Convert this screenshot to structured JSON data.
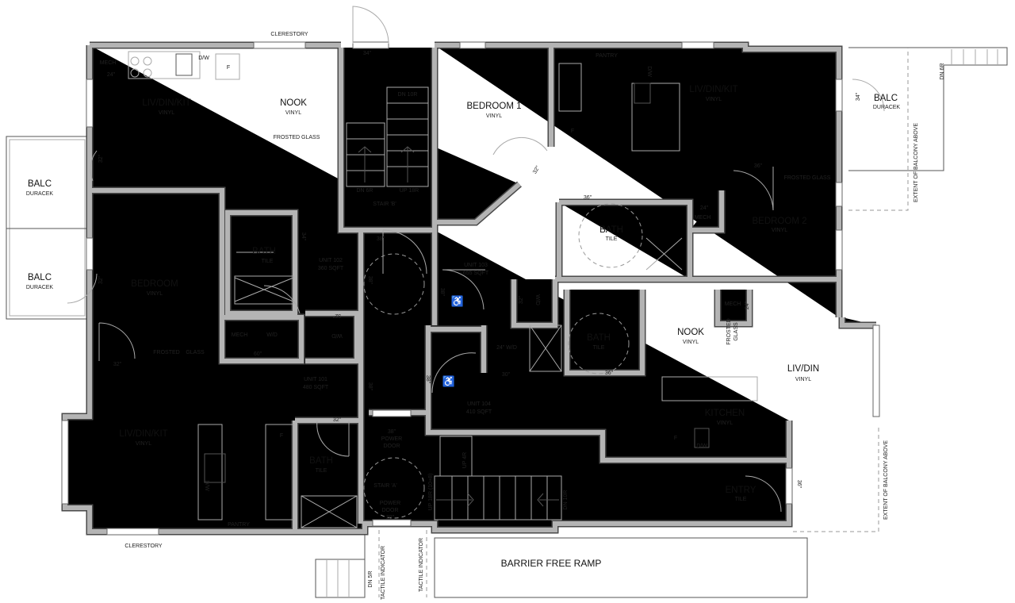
{
  "colors": {
    "wall_fill": "#b4b4b4",
    "wall_outline": "#4a4a4a",
    "background": "#ffffff"
  },
  "icons": [
    "wheelchair-accessible-icon",
    "door-swing-icon",
    "stair-arrow-icon"
  ],
  "exterior": {
    "clerestory_top": "CLERESTORY",
    "clerestory_bottom": "CLERESTORY",
    "entry_door_top": "34\"",
    "barrier_free_ramp": "BARRIER FREE RAMP",
    "tactile_1": "TACTILE INDICATOR",
    "tactile_2": "TACTILE INDICATOR",
    "ramp_steps": "DN 5R",
    "extent_balcony_upper": "EXTENT OF BALCONY ABOVE",
    "extent_balcony_lower": "EXTENT OF BALCONY ABOVE",
    "balc_stair": "DN 6R"
  },
  "unit_102": {
    "unit": "UNIT 102",
    "area": "360 SQFT",
    "mech": "MECH",
    "mech_door": "24\"",
    "dw": "D/W",
    "fridge": "F",
    "liv": "LIV/DIN/KIT",
    "liv_floor": "VINYL",
    "nook": "NOOK",
    "nook_floor": "VINYL",
    "frosted": "FROSTED GLASS",
    "balc1": "BALC",
    "balc1_floor": "DURACEK",
    "balc1_door": "32\"",
    "balc2": "BALC",
    "balc2_floor": "DURACEK",
    "balc2_door": "32\"",
    "bedroom": "BEDROOM",
    "bedroom_floor": "VINYL",
    "bath": "BATH",
    "bath_floor": "TILE",
    "bath_door": "34\"",
    "entry_door": "38\""
  },
  "stair_b": {
    "title": "STAIR 'B'",
    "dn10": "DN 10R",
    "dn6": "DN 6R",
    "up18": "UP 18R",
    "door": "38\""
  },
  "unit_103": {
    "unit": "UNIT 103",
    "area": "655 SQFT",
    "entry_door": "38\"",
    "bedroom1": "BEDROOM 1",
    "bedroom1_floor": "VINYL",
    "bedroom1_door": "32\"",
    "pantry": "PANTRY",
    "dw": "D/W",
    "fridge": "F",
    "liv": "LIV/DIN/KIT",
    "liv_floor": "VINYL",
    "balc": "BALC",
    "balc_floor": "DURACEK",
    "balc_door": "34\"",
    "bed2_door": "36\"",
    "frosted": "FROSTED GLASS",
    "bath_door": "36\"",
    "bath": "BATH",
    "bath_floor": "TILE",
    "mech": "MECH",
    "mech_door": "24\"",
    "bedroom2": "BEDROOM 2",
    "bedroom2_floor": "VINYL",
    "wd": "W/D",
    "wd_door": "32\""
  },
  "unit_101": {
    "unit": "UNIT 101",
    "area": "480 SQFT",
    "entry_door": "38\"",
    "mech": "MECH",
    "wd": "W/D",
    "closet_door": "60\"",
    "dw_room": "W/D",
    "dw_door": "32\"",
    "frosted_1": "FROSTED",
    "frosted_2": "GLASS",
    "door": "32\"",
    "liv": "LIV/DIN/KIT",
    "liv_floor": "VINYL",
    "dw": "D/W",
    "fridge": "F",
    "pantry": "PANTRY",
    "bath": "BATH",
    "bath_floor": "TILE",
    "bath_door": "32\""
  },
  "unit_104": {
    "unit": "UNIT 104",
    "area": "410 SQFT",
    "entry_door": "38\"",
    "wd": "24\" W/D",
    "wd_door": "30\"",
    "bath": "BATH",
    "bath_floor": "TILE",
    "bath_door": "36\"",
    "nook": "NOOK",
    "nook_floor": "VINYL",
    "frosted_1": "FROSTED",
    "frosted_2": "GLASS",
    "mech": "MECH",
    "mech_door": "24\"",
    "livdin": "LIV/DIN",
    "livdin_floor": "VINYL",
    "kitchen": "KITCHEN",
    "kitchen_floor": "VINYL",
    "dw": "D/W",
    "fridge": "F",
    "entry": "ENTRY",
    "entry_floor": "TILE",
    "exterior_door": "36\""
  },
  "stair_a": {
    "power_door_1_size": "38\"",
    "power_door_1a": "POWER",
    "power_door_1b": "DOOR",
    "title": "STAIR 'A'",
    "power_door_2a": "POWER",
    "power_door_2b": "DOOR",
    "power_door_2_size": "38\"",
    "up4": "UP 4R",
    "up18": "UP 18R (10+8)",
    "dn10": "DN 10R"
  }
}
